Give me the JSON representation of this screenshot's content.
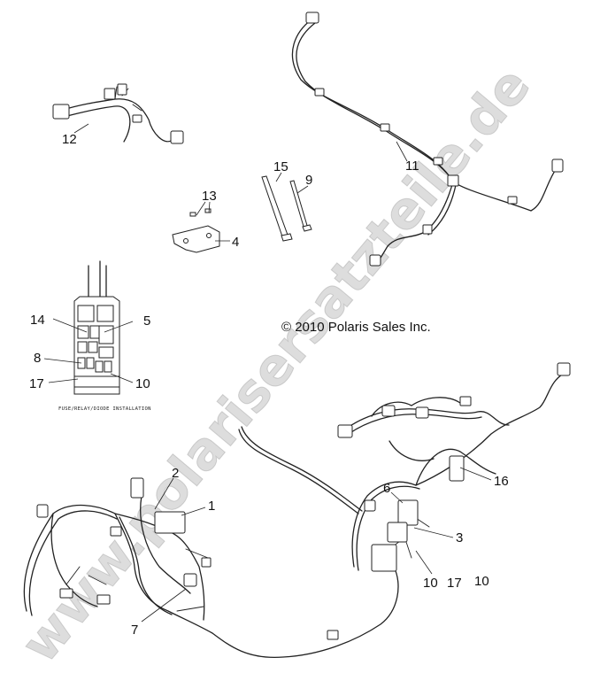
{
  "copyright": "© 2010 Polaris Sales Inc.",
  "watermark": "www.polarisersatzteile.de",
  "inset_caption": "FUSE/RELAY/DIODE INSTALLATION",
  "callouts": {
    "c1": "1",
    "c2": "2",
    "c3": "3",
    "c4": "4",
    "c5": "5",
    "c6": "6",
    "c7": "7",
    "c8": "8",
    "c9": "9",
    "c10a": "10",
    "c10b": "10",
    "c10c": "10",
    "c11": "11",
    "c12": "12",
    "c13": "13",
    "c14": "14",
    "c15": "15",
    "c16": "16",
    "c17a": "17",
    "c17b": "17"
  }
}
